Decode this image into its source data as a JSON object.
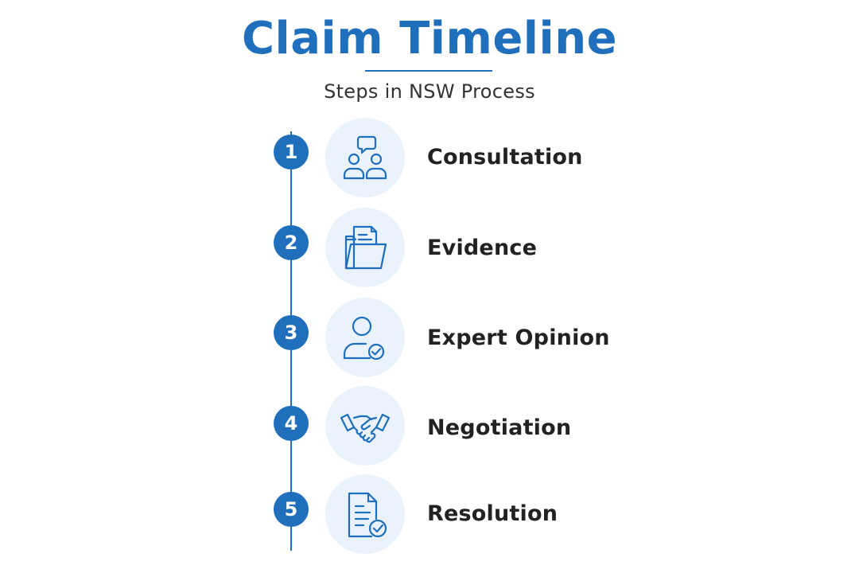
{
  "header": {
    "title": "Claim Timeline",
    "subtitle": "Steps in NSW Process"
  },
  "colors": {
    "accent": "#1f6fbd",
    "icon_bg": "#eaf3fc",
    "text": "#222222"
  },
  "steps": [
    {
      "number": "1",
      "label": "Consultation",
      "icon": "consultation-icon"
    },
    {
      "number": "2",
      "label": "Evidence",
      "icon": "folder-documents-icon"
    },
    {
      "number": "3",
      "label": "Expert Opinion",
      "icon": "verified-person-icon"
    },
    {
      "number": "4",
      "label": "Negotiation",
      "icon": "handshake-icon"
    },
    {
      "number": "5",
      "label": "Resolution",
      "icon": "checked-document-icon"
    }
  ]
}
